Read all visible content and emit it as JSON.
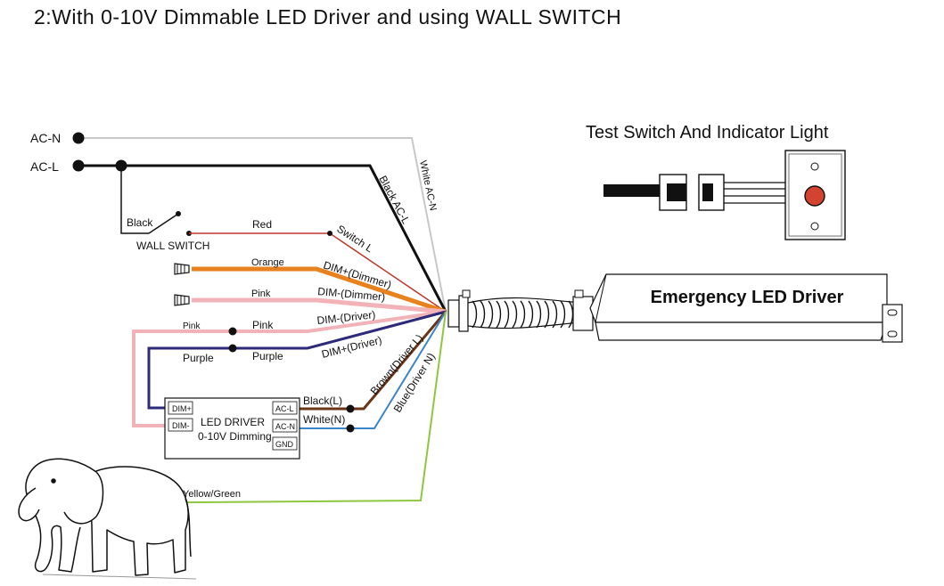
{
  "title": "2:With 0-10V Dimmable LED Driver and using WALL SWITCH",
  "terminals": {
    "ac_n": "AC-N",
    "ac_l": "AC-L"
  },
  "wall_switch": {
    "label": "WALL SWITCH",
    "input_wire": "Black"
  },
  "wires": {
    "red": "Red",
    "switch_l": "Switch L",
    "black_acl": "Black  AC-L",
    "white_acn": "White  AC-N",
    "orange": "Orange",
    "dim_plus_dimmer": "DIM+(Dimmer)",
    "pink_dimmer": "Pink",
    "dim_minus_dimmer": "DIM-(Dimmer)",
    "pink_left": "Pink",
    "pink_right": "Pink",
    "dim_minus_driver": "DIM-(Driver)",
    "purple_left": "Purple",
    "purple_right": "Purple",
    "dim_plus_driver": "DIM+(Driver)",
    "brown": "Brown(Driver L)",
    "blue": "Blue(Driver N)",
    "black_l": "Black(L)",
    "white_n": "White(N)",
    "yellow_green": "Yellow/Green"
  },
  "led_driver": {
    "title": "LED DRIVER",
    "subtitle": "0-10V Dimming",
    "dim_plus": "DIM+",
    "dim_minus": "DIM-",
    "ac_l": "AC-L",
    "ac_n": "AC-N",
    "gnd": "GND"
  },
  "test_switch": {
    "title": "Test Switch And Indicator Light"
  },
  "emergency_driver": {
    "title": "Emergency LED Driver"
  },
  "colors": {
    "black": "#111111",
    "white_wire": "#c8c8c8",
    "red": "#c0392b",
    "orange": "#e8821e",
    "pink": "#f2b3b8",
    "purple": "#2d2a7a",
    "brown": "#6b3518",
    "blue": "#3a86c8",
    "yellow_green": "#8fc63f",
    "button": "#d2442f"
  }
}
